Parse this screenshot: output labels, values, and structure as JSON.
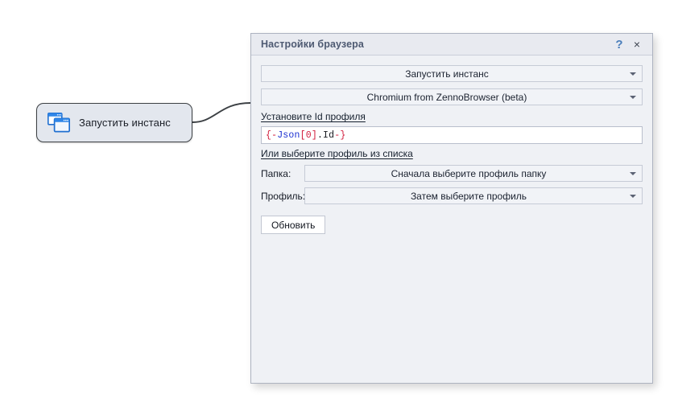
{
  "canvas": {
    "node": {
      "label": "Запустить инстанс",
      "icon": "browser-windows-icon",
      "border_color": "#3c4044",
      "fill_color": "#e3e7ee"
    },
    "connector": {
      "name": "node-to-panel-connector",
      "color": "#3c4044"
    }
  },
  "panel": {
    "title": "Настройки браузера",
    "title_color": "#4e5a72",
    "help_glyph": "?",
    "close_glyph": "×",
    "help_color": "#4a7ebb",
    "background": "#eff1f5",
    "border_color": "#adb3c0",
    "fields": {
      "action_combo": {
        "value": "Запустить инстанс",
        "caret": "chevron-down-icon"
      },
      "browser_combo": {
        "value": "Chromium from ZennoBrowser (beta)",
        "caret": "chevron-down-icon"
      },
      "profile_id_label": "Установите Id профиля",
      "profile_id_value": {
        "full": "{-Json[0].Id-}",
        "parts": [
          {
            "text": "{-",
            "color": "red"
          },
          {
            "text": "Json",
            "color": "blue"
          },
          {
            "text": "[",
            "color": "red"
          },
          {
            "text": "0",
            "color": "red"
          },
          {
            "text": "]",
            "color": "red"
          },
          {
            "text": ".Id",
            "color": "dark"
          },
          {
            "text": "-}",
            "color": "red"
          }
        ]
      },
      "or_choose_label": "Или выберите профиль из списка",
      "folder_row": {
        "label": "Папка:",
        "value": "Сначала выберите профиль папку",
        "caret": "chevron-down-icon"
      },
      "profile_row": {
        "label": "Профиль:",
        "value": "Затем выберите профиль",
        "caret": "chevron-down-icon"
      },
      "refresh_button": "Обновить"
    }
  }
}
